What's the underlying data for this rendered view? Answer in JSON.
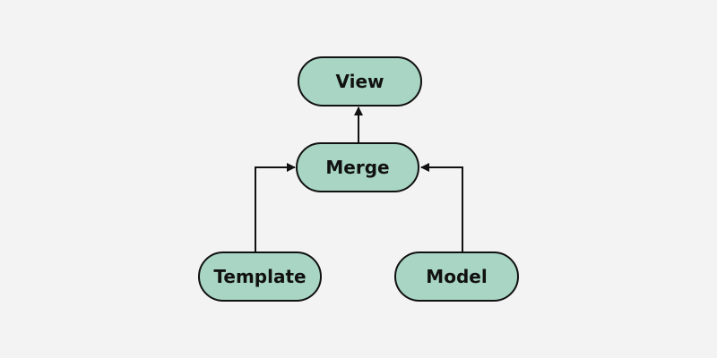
{
  "diagram": {
    "colors": {
      "background": "#f3f3f3",
      "node_fill": "#a8d5c4",
      "node_stroke": "#111111",
      "edge": "#111111"
    },
    "nodes": {
      "view": {
        "label": "View"
      },
      "merge": {
        "label": "Merge"
      },
      "template": {
        "label": "Template"
      },
      "model": {
        "label": "Model"
      }
    },
    "edges": [
      {
        "from": "merge",
        "to": "view"
      },
      {
        "from": "template",
        "to": "merge"
      },
      {
        "from": "model",
        "to": "merge"
      }
    ]
  }
}
